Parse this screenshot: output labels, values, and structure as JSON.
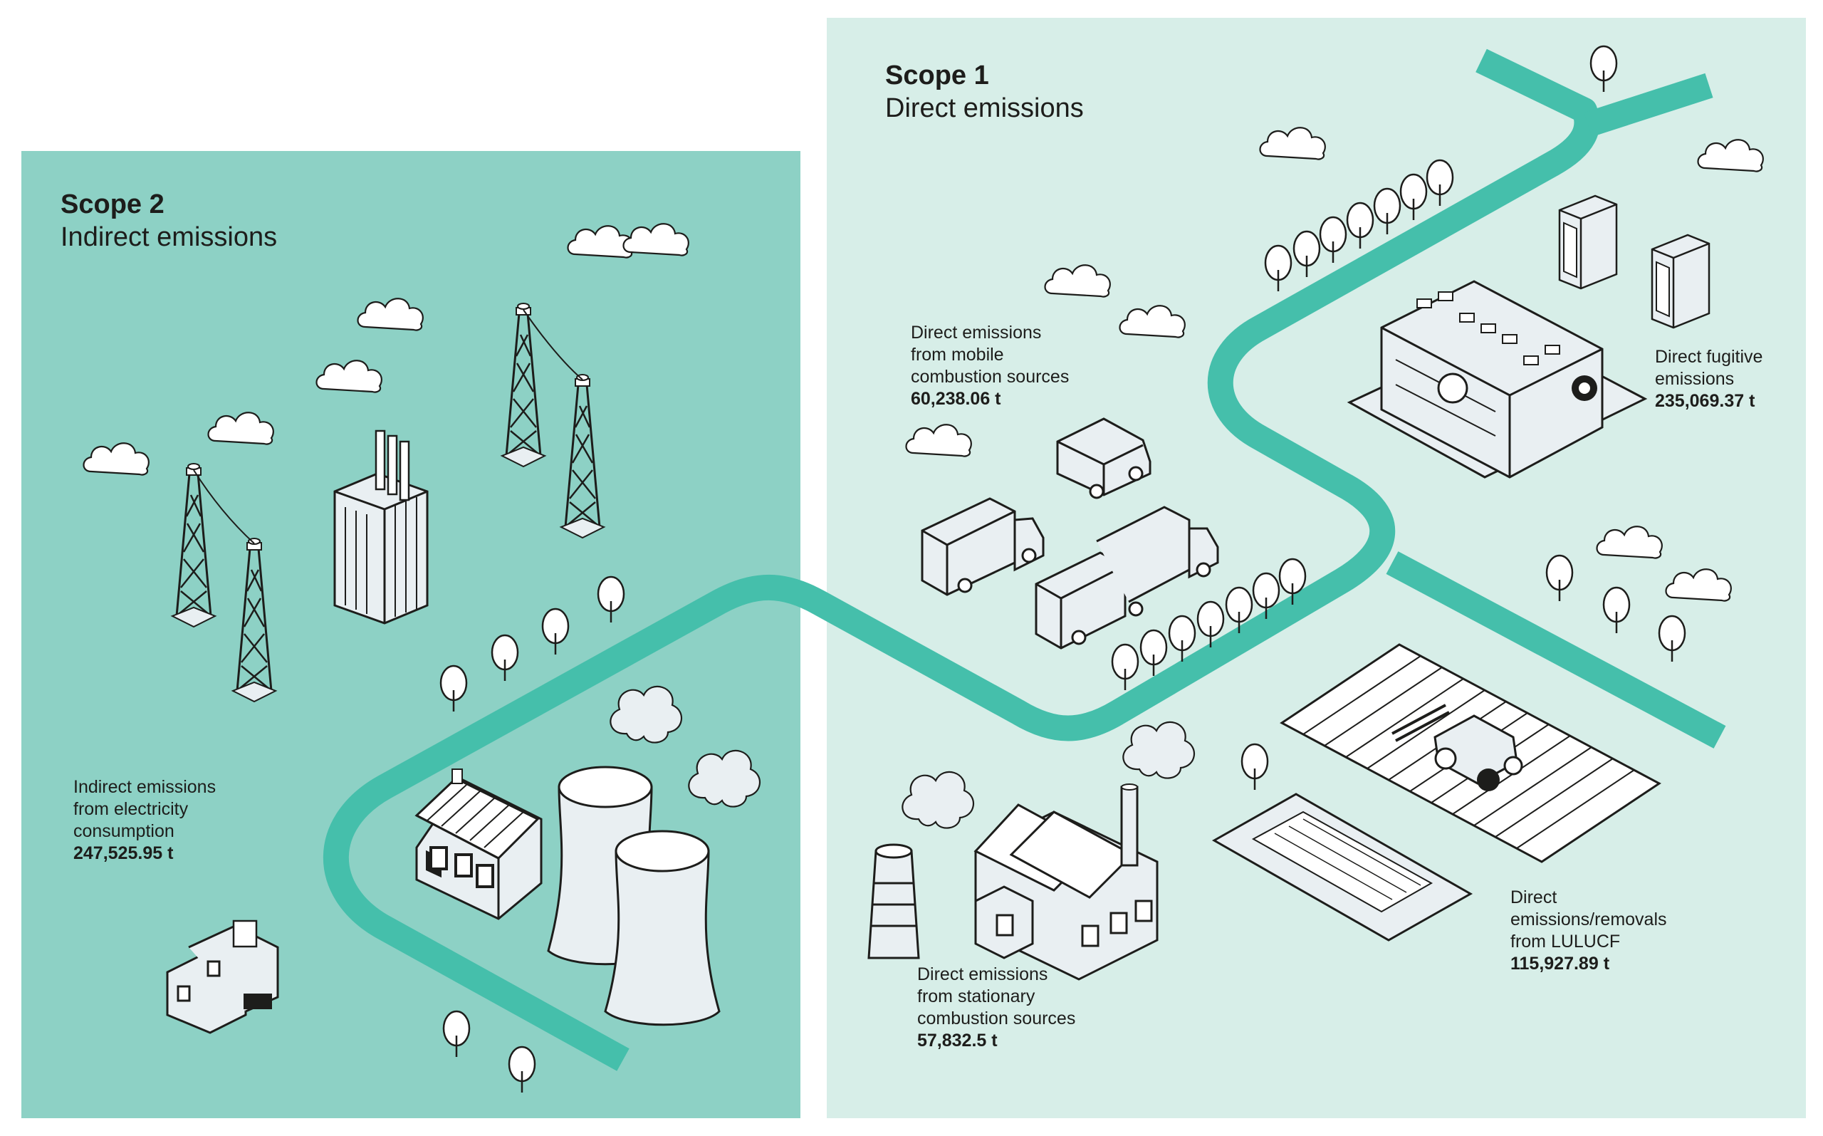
{
  "scope2": {
    "title": "Scope 2",
    "subtitle": "Indirect emissions",
    "electricity": {
      "lines": [
        "Indirect emissions",
        "from electricity",
        "consumption"
      ],
      "value": "247,525.95 t"
    }
  },
  "scope1": {
    "title": "Scope 1",
    "subtitle": "Direct emissions",
    "mobile": {
      "lines": [
        "Direct emissions",
        "from mobile",
        "combustion sources"
      ],
      "value": "60,238.06 t"
    },
    "fugitive": {
      "lines": [
        "Direct fugitive",
        "emissions"
      ],
      "value": "235,069.37 t"
    },
    "stationary": {
      "lines": [
        "Direct emissions",
        "from stationary",
        "combustion sources"
      ],
      "value": "57,832.5 t"
    },
    "lulucf": {
      "lines": [
        "Direct",
        "emissions/removals",
        "from LULUCF"
      ],
      "value": "115,927.89 t"
    }
  },
  "colors": {
    "scope2_bg": "#8dd1c5",
    "scope1_bg": "#d7eee8",
    "road": "#45bfab",
    "object_fill": "#e9eff2",
    "outline": "#1d1d1b"
  },
  "icons": [
    "transmission-tower-icon",
    "power-plant-icon",
    "cooling-tower-icon",
    "house-icon",
    "office-building-icon",
    "truck-icon",
    "van-icon",
    "refrigerator-icon",
    "factory-icon",
    "chimney-icon",
    "tractor-icon",
    "field-icon",
    "tree-icon",
    "cloud-icon",
    "smoke-icon"
  ]
}
